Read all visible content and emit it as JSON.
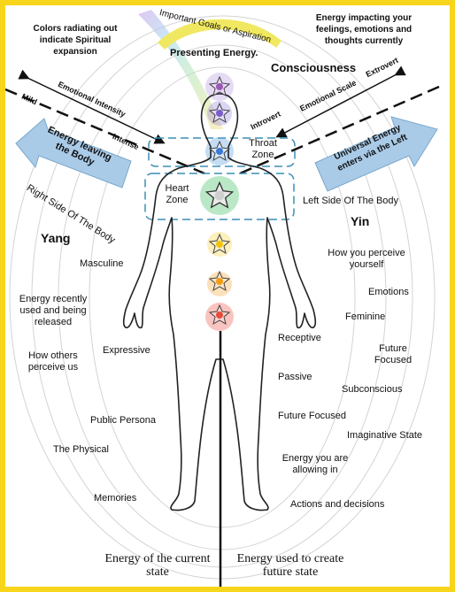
{
  "colors": {
    "border": "#f7d51a",
    "arrow_blue": "#a9cbe8",
    "dashed_blue": "#3a8fb5",
    "line_black": "#111111",
    "aspiration_yellow": "#f0e860",
    "chakras": [
      "#9b59b6",
      "#7b5ccc",
      "#3b78d8",
      "#2aa84a",
      "#f1c40f",
      "#f39c12",
      "#e74c3c"
    ]
  },
  "labels": {
    "colors_radiating": "Colors radiating out indicate Spiritual expansion",
    "important_goals": "Important Goals or Aspiration",
    "energy_impacting": "Energy impacting your feelings, emotions and thoughts currently",
    "presenting_energy": "Presenting Energy.",
    "consciousness": "Consciousness",
    "extrovert": "Extrovert",
    "introvert": "Introvert",
    "emotional_scale": "Emotional Scale",
    "emotional_intensity": "Emotional Intensity",
    "mild": "Mild",
    "intense": "Intense",
    "energy_leaving": "Energy leaving the Body",
    "universal_energy": "Universal Energy enters via the Left",
    "throat_zone": "Throat Zone",
    "heart_zone": "Heart Zone",
    "right_side": "Right Side Of The Body",
    "left_side": "Left Side Of The Body",
    "yang": "Yang",
    "yin": "Yin",
    "energy_of_current": "Energy of the current state",
    "energy_used": "Energy used to create future state"
  },
  "yang_traits": {
    "masculine": "Masculine",
    "energy_recently": "Energy recently used and being released",
    "how_others": "How others perceive us",
    "expressive": "Expressive",
    "public_persona": "Public Persona",
    "the_physical": "The Physical",
    "memories": "Memories"
  },
  "yin_traits": {
    "how_you_perceive": "How you perceive yourself",
    "emotions": "Emotions",
    "feminine": "Feminine",
    "receptive": "Receptive",
    "future_focused_1": "Future Focused",
    "passive": "Passive",
    "subconscious": "Subconscious",
    "future_focused_2": "Future Focused",
    "imaginative_state": "Imaginative State",
    "energy_allowing": "Energy you are allowing in",
    "actions_decisions": "Actions and decisions"
  },
  "icons": {
    "chakra": "lotus-chakra-icon",
    "figure": "human-figure-outline"
  }
}
